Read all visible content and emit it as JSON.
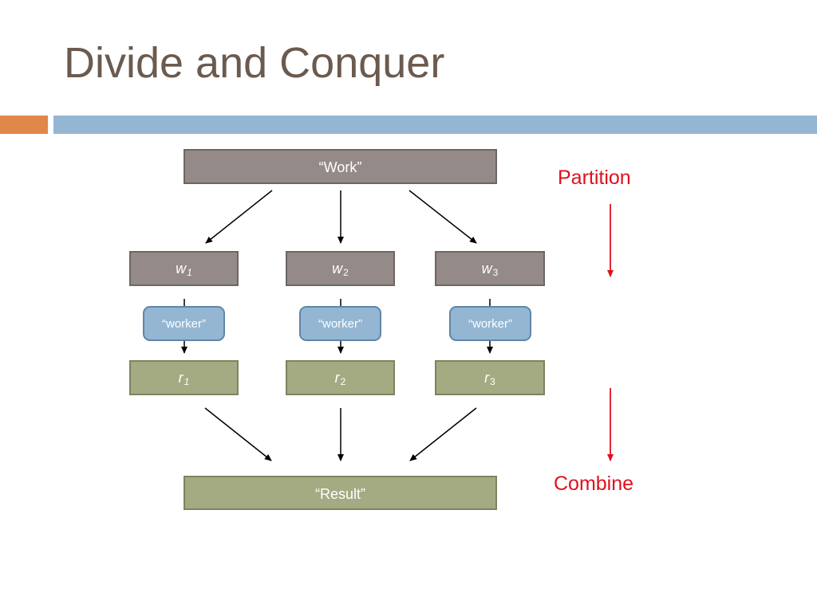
{
  "slide": {
    "title": "Divide and Conquer"
  },
  "diagram": {
    "work_label": "“Work”",
    "result_label": "“Result”",
    "partition_label": "Partition",
    "combine_label": "Combine",
    "worker_label": "“worker”",
    "work_items": [
      {
        "symbol": "w",
        "sub": "1"
      },
      {
        "symbol": "w",
        "sub": "2"
      },
      {
        "symbol": "w",
        "sub": "3"
      }
    ],
    "results": [
      {
        "symbol": "r",
        "sub": "1"
      },
      {
        "symbol": "r",
        "sub": "2"
      },
      {
        "symbol": "r",
        "sub": "3"
      }
    ]
  },
  "colors": {
    "title": "#6b5a4e",
    "accent_orange": "#e0874a",
    "accent_blue": "#94b6d3",
    "work_box": "#948a87",
    "result_box": "#a4ab82",
    "label_red": "#e0101e"
  }
}
